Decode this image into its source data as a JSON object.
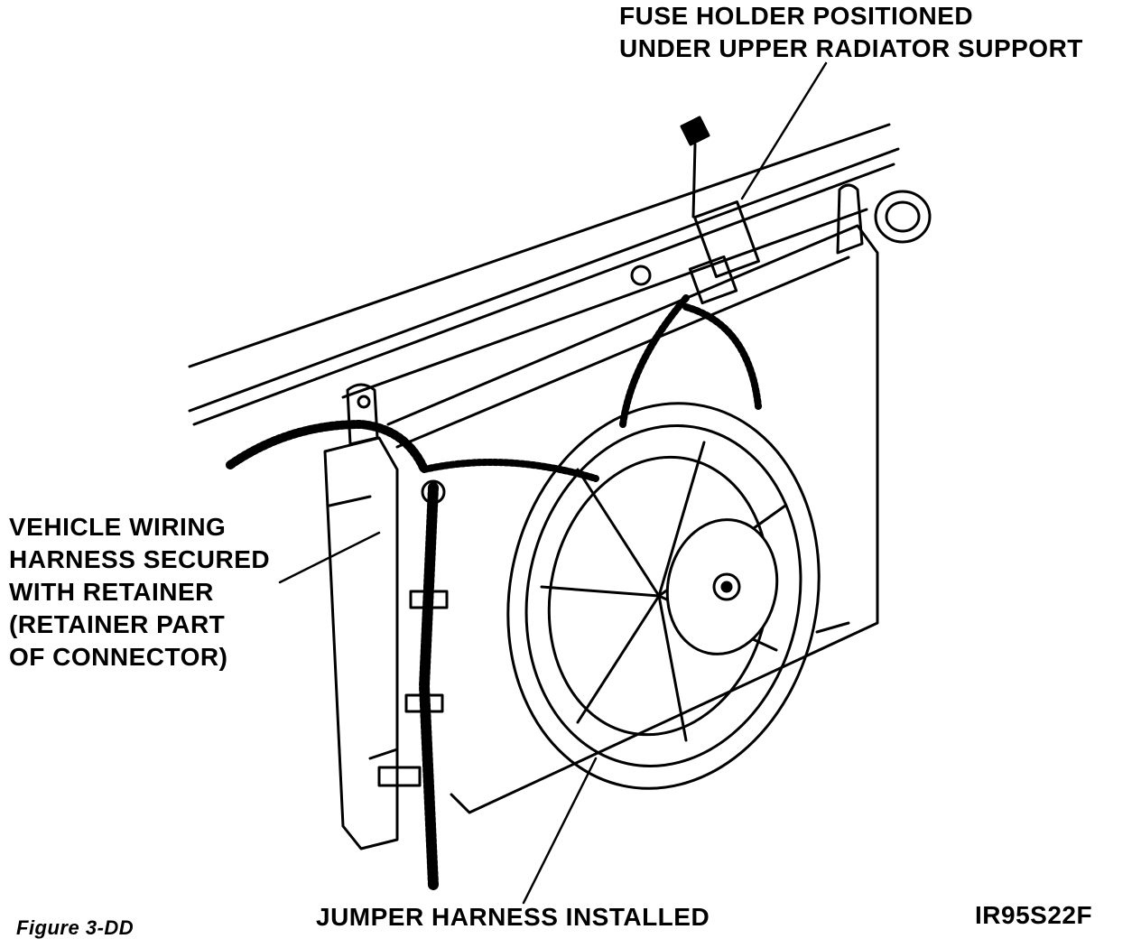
{
  "labels": {
    "fuse_holder": [
      "FUSE HOLDER POSITIONED",
      "UNDER UPPER RADIATOR SUPPORT"
    ],
    "wiring_harness": [
      "VEHICLE WIRING",
      "HARNESS SECURED",
      "WITH RETAINER",
      "(RETAINER PART",
      "OF CONNECTOR)"
    ],
    "jumper_harness": "JUMPER HARNESS INSTALLED",
    "part_code": "IR95S22F",
    "figure_caption": "Figure 3-DD"
  }
}
